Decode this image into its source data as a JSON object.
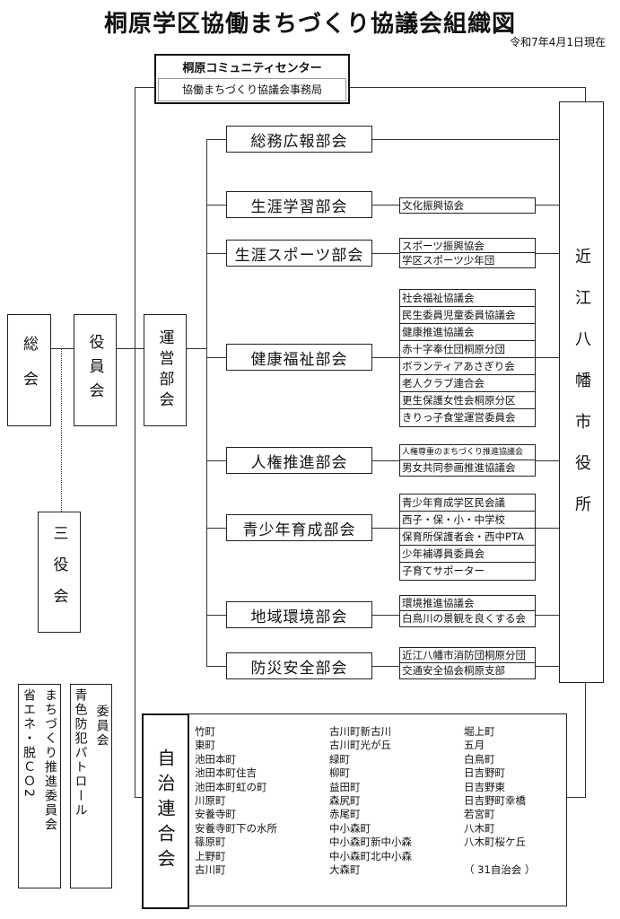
{
  "title": "桐原学区協働まちづくり協議会組織図",
  "date": "令和7年4月1日現在",
  "center": {
    "name": "桐原コミュニティセンター",
    "office": "協働まちづくり協議会事務局"
  },
  "city_hall": "近江八幡市役所",
  "general_assembly": "総会",
  "officers": "役員会",
  "steering": "運営部会",
  "three_officers": "三役会",
  "committees": [
    {
      "name": "総務広報部会",
      "subs": []
    },
    {
      "name": "生涯学習部会",
      "subs": [
        "文化振興協会"
      ]
    },
    {
      "name": "生涯スポーツ部会",
      "subs": [
        "スポーツ振興協会",
        "学区スポーツ少年団"
      ]
    },
    {
      "name": "健康福祉部会",
      "subs": [
        "社会福祉協議会",
        "民生委員児童委員協議会",
        "健康推進協議会",
        "赤十字奉仕団桐原分団",
        "ボランティアあさぎり会",
        "老人クラブ連合会",
        "更生保護女性会桐原分区",
        "きりっ子食堂運営委員会"
      ]
    },
    {
      "name": "人権推進部会",
      "subs": [
        "人権尊重のまちづくり推進協議会",
        "男女共同参画推進協議会"
      ]
    },
    {
      "name": "青少年育成部会",
      "subs": [
        "青少年育成学区民会議",
        "西子・保・小・中学校",
        "保育所保護者会・西中PTA",
        "少年補導員委員会",
        "子育てサポーター"
      ]
    },
    {
      "name": "地域環境部会",
      "subs": [
        "環境推進協議会",
        "白鳥川の景観を良くする会"
      ]
    },
    {
      "name": "防災安全部会",
      "subs": [
        "近江八幡市消防団桐原分団",
        "交通安全協会桐原支部"
      ]
    }
  ],
  "side_committees": [
    {
      "col1": "省エネ・脱ＣＯ2",
      "col2": "まちづくり推進委員会"
    },
    {
      "col1": "青色防犯パトロール",
      "col2": "委員会"
    }
  ],
  "jichi": {
    "label": "自治連合会",
    "columns": [
      [
        "竹町",
        "東町",
        "池田本町",
        "池田本町住吉",
        "池田本町虹の町",
        "川原町",
        "安養寺町",
        "安養寺町下の水所",
        "篠原町",
        "上野町",
        "古川町"
      ],
      [
        "古川町新古川",
        "古川町光が丘",
        "緑町",
        "柳町",
        "益田町",
        "森尻町",
        "赤尾町",
        "中小森町",
        "中小森町新中小森",
        "中小森町北中小森",
        "大森町"
      ],
      [
        "堀上町",
        "五月",
        "白鳥町",
        "日吉野町",
        "日吉野東",
        "日吉野町幸橋",
        "若宮町",
        "八木町",
        "八木町桜ケ丘",
        "",
        "（ 31自治会 ）"
      ]
    ]
  }
}
